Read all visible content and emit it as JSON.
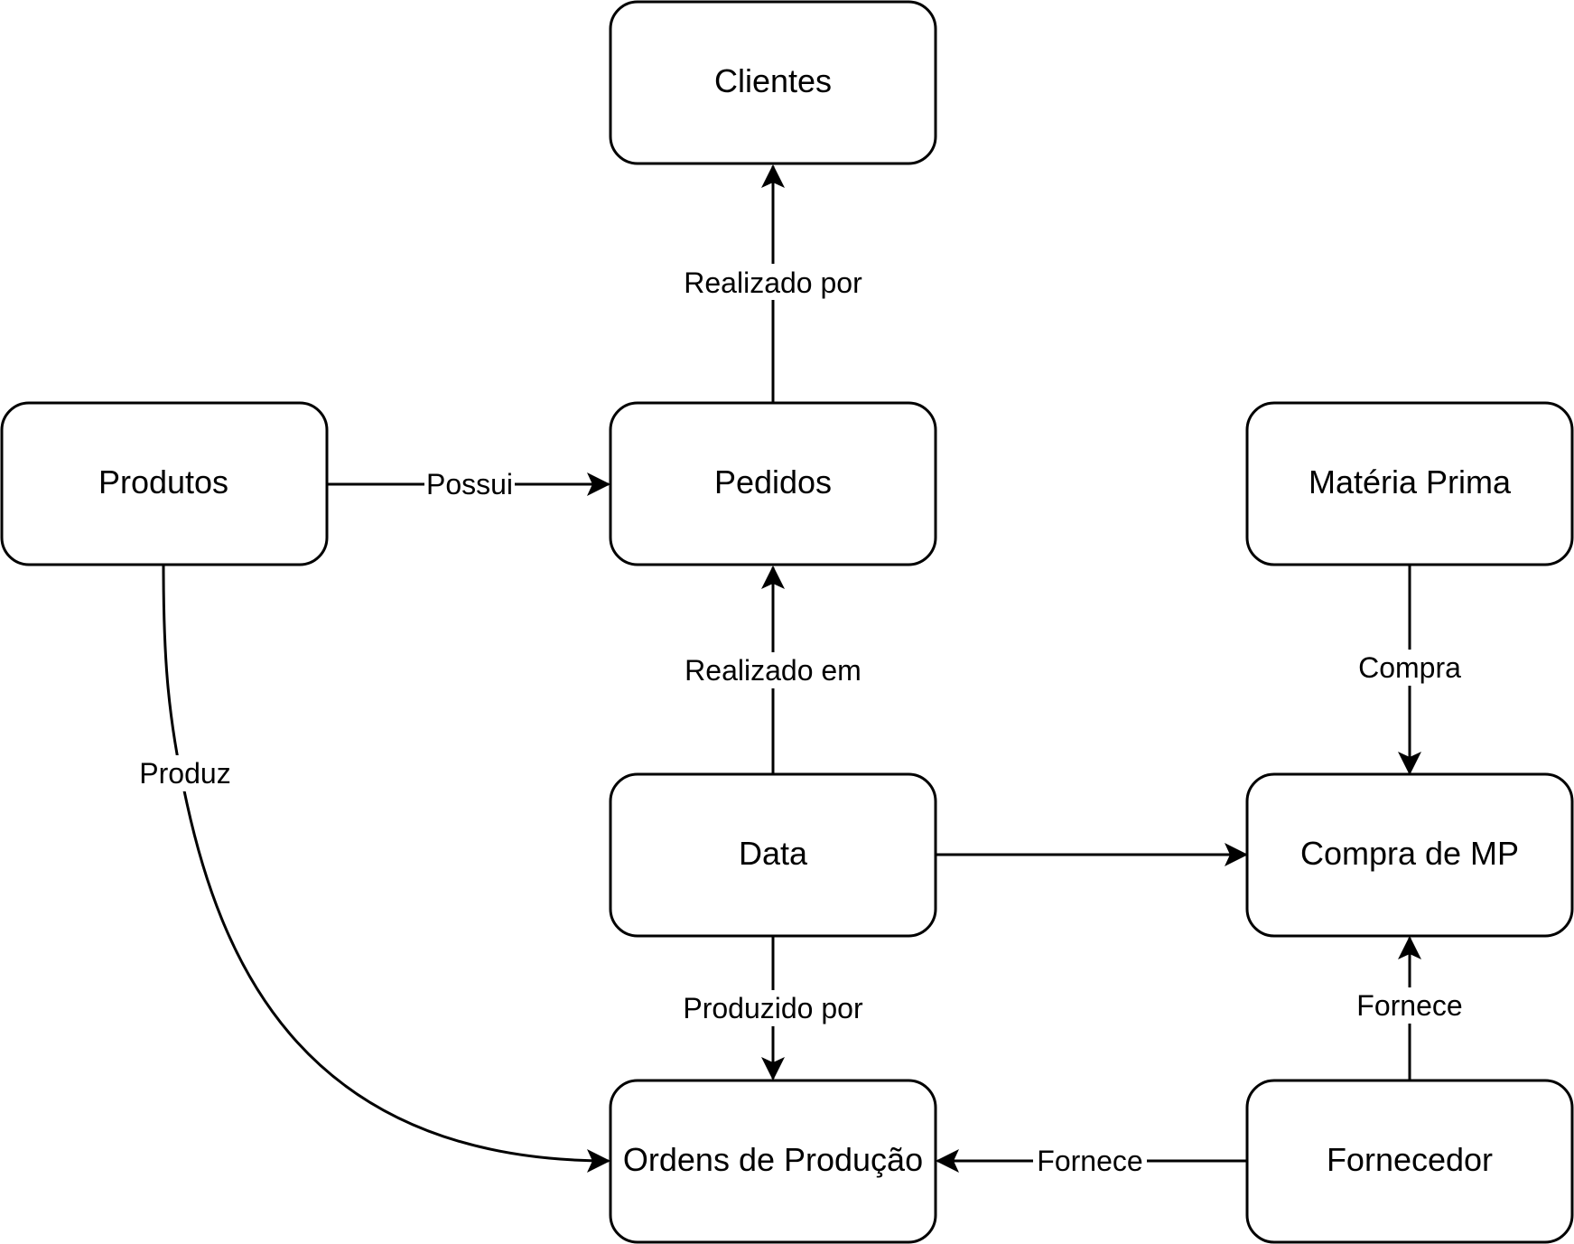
{
  "nodes": {
    "clientes": {
      "label": "Clientes"
    },
    "produtos": {
      "label": "Produtos"
    },
    "pedidos": {
      "label": "Pedidos"
    },
    "materia_prima": {
      "label": "Matéria Prima"
    },
    "data": {
      "label": "Data"
    },
    "compra_mp": {
      "label": "Compra de MP"
    },
    "ordens_producao": {
      "label": "Ordens de Produção"
    },
    "fornecedor": {
      "label": "Fornecedor"
    }
  },
  "edges": {
    "pedidos_clientes": {
      "label": "Realizado por"
    },
    "produtos_pedidos": {
      "label": "Possui"
    },
    "data_pedidos": {
      "label": "Realizado em"
    },
    "produtos_ordens": {
      "label": "Produz"
    },
    "data_ordens": {
      "label": "Produzido por"
    },
    "materia_compra": {
      "label": "Compra"
    },
    "fornecedor_compra": {
      "label": "Fornece"
    },
    "fornecedor_ordens": {
      "label": "Fornece"
    },
    "data_compra": {
      "label": ""
    }
  },
  "colors": {
    "stroke": "#000000",
    "fill": "#ffffff",
    "text": "#000000"
  }
}
